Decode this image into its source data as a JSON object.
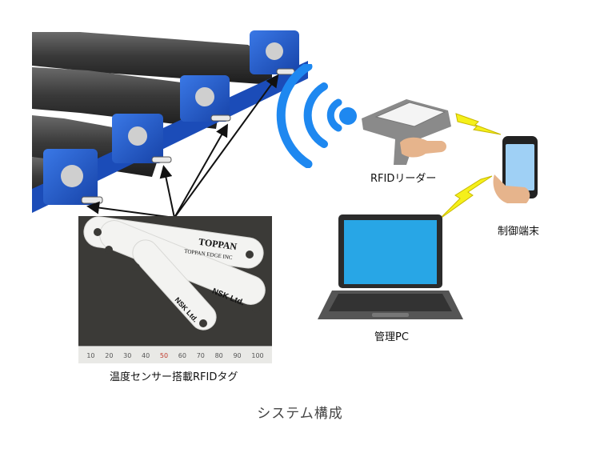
{
  "labels": {
    "reader": "RFIDリーダー",
    "terminal": "制御端末",
    "pc": "管理PC",
    "tags": "温度センサー搭載RFIDタグ"
  },
  "caption": "システム構成",
  "tag_prints": {
    "tag1_line1": "TOPPAN",
    "tag1_line2": "TOPPAN EDGE INC",
    "tag2": "NSK Ltd.",
    "tag3": "NSK Ltd."
  },
  "ruler": {
    "marks": [
      "10",
      "20",
      "30",
      "40",
      "50",
      "60",
      "70",
      "80",
      "90",
      "100"
    ]
  },
  "colors": {
    "bearing_blue": "#1f56c7",
    "wifi_blue": "#1e88f0",
    "lightning_yellow": "#f5f01a",
    "roller_dark": "#3a3a3a"
  }
}
